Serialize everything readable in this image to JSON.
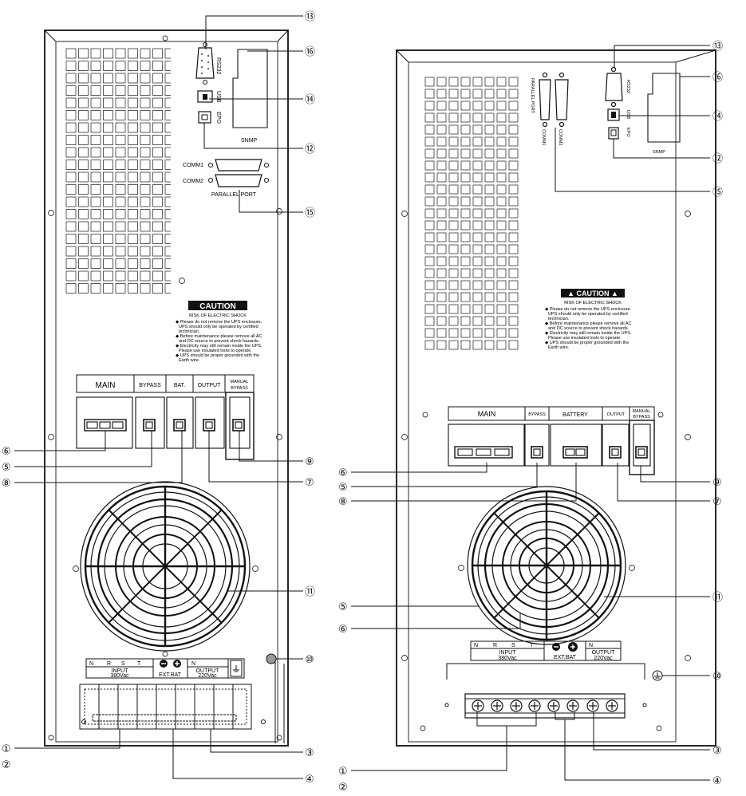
{
  "callouts": {
    "c1": "①",
    "c2": "②",
    "c3": "③",
    "c4": "④",
    "c5": "⑤",
    "c6": "⑥",
    "c7": "⑦",
    "c8": "⑧",
    "c9": "⑨",
    "c10": "⑩",
    "c11": "⑪",
    "c12": "⑫",
    "c13": "⑬",
    "c14": "⑭",
    "c15": "⑮",
    "c16": "⑯"
  },
  "left_unit": {
    "ports": {
      "rs232": "RS232",
      "usb": "USB",
      "epo": "EPO",
      "snmp": "SNMP",
      "comm1": "COMM1",
      "comm2": "COMM2",
      "parallel": "PARALLEL PORT"
    },
    "caution": {
      "title": "CAUTION",
      "subtitle": "RISK OF ELECTRIC SHOCK",
      "lines": [
        "◆ Please do not remove the UPS enclosure.",
        "UPS should only be operated by certified",
        "technician.",
        "◆ Before maintenance please remove all AC",
        "and DC source to prevent shock hazards.",
        "◆ Electricity may still remain inside the UPS.",
        "Please use insulated tools to operate.",
        "◆ UPS should be proper grounded with the",
        "Earth wire."
      ]
    },
    "breakers": {
      "main": "MAIN",
      "bypass": "BYPASS",
      "bat": "BAT.",
      "output": "OUTPUT",
      "manual1": "MANUAL",
      "manual2": "BYPASS"
    },
    "terminal": {
      "n": "N",
      "r": "R",
      "s": "S",
      "t": "T",
      "input": "INPUT",
      "input_v": "380Vac",
      "extbat": "EXT.BAT",
      "output": "OUTPUT",
      "output_v": "220Vac"
    }
  },
  "right_unit": {
    "ports": {
      "rs232": "RS232",
      "usb": "USB",
      "epo": "EPO",
      "snmp": "SNMP",
      "comm1": "COMM1",
      "comm2": "COMM2",
      "parallel": "PARALLEL PORT"
    },
    "caution": {
      "title": "▲ CAUTION ▲",
      "subtitle": "RISK OF ELECTRIC SHOCK",
      "lines": [
        "◆ Please do not remove the UPS enclosure.",
        "UPS should only be operated by certified",
        "technician.",
        "◆ Before maintenance please remove all AC",
        "and DC source to prevent shock hazards.",
        "◆ Electricity may still remain inside the UPS.",
        "Please use insulated tools to operate.",
        "◆ UPS should be proper grounded with the",
        "Earth wire."
      ]
    },
    "breakers": {
      "main": "MAIN",
      "bypass": "BYPASS",
      "battery": "BATTERY",
      "output": "OUTPUT",
      "manual1": "MANUAL",
      "manual2": "BYPASS"
    },
    "terminal": {
      "n": "N",
      "r": "R",
      "s": "S",
      "t": "T",
      "input": "INPUT",
      "input_v": "380Vac",
      "extbat": "EXT.BAT",
      "output": "OUTPUT",
      "output_v": "220Vac"
    }
  }
}
